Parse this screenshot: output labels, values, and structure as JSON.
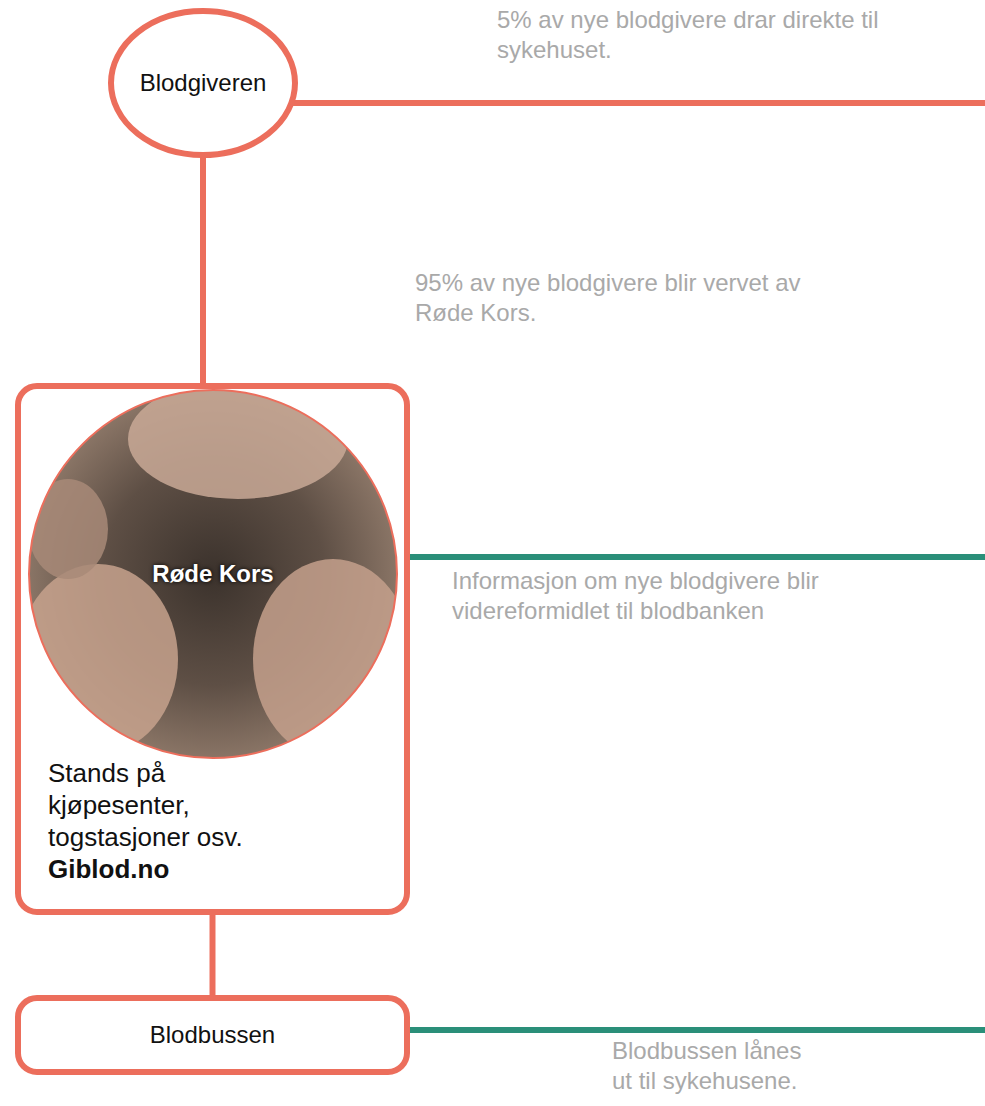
{
  "diagram": {
    "nodes": [
      {
        "text": [
          "Blodgiveren"
        ]
      },
      {
        "text": [
          "Stands på kjøpesenter, togstasjoner osv.",
          "Giblod.no"
        ]
      },
      {
        "text": [
          "Røde Kors"
        ],
        "in": 1
      },
      {
        "text": [
          "Blodbussen"
        ]
      }
    ],
    "edges": [
      {
        "from": 0,
        "to": 1,
        "arrow": "none"
      },
      {
        "from": 1,
        "to": 3,
        "arrow": "none"
      }
    ],
    "labels": [
      "5% av nye blodgivere drar direkte til sykehuset.",
      "95% av nye blodgivere blir vervet av Røde Kors.",
      "Informasjon om nye blodgivere blir videreformidlet til blodbanken",
      "Blodbussen lånes ut til sykehusene."
    ]
  }
}
